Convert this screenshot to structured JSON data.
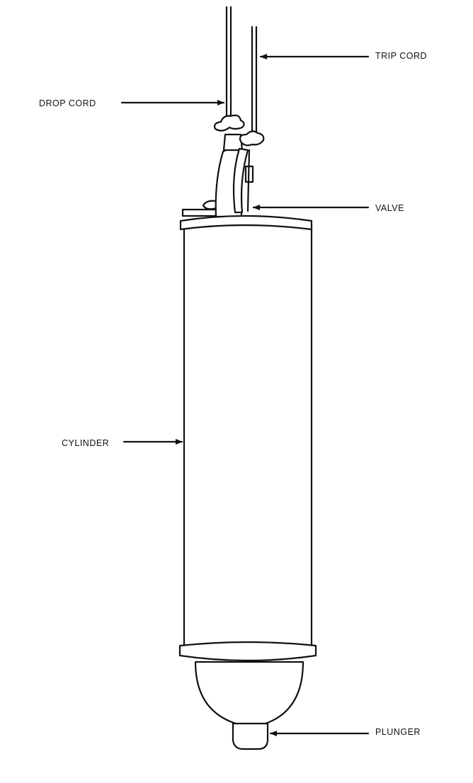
{
  "figure": {
    "labels": {
      "trip_cord": "TRIP CORD",
      "drop_cord": "DROP CORD",
      "valve": "VALVE",
      "cylinder": "CYLINDER",
      "plunger": "PLUNGER"
    },
    "colors": {
      "ink": "#111111",
      "background": "#ffffff"
    }
  }
}
